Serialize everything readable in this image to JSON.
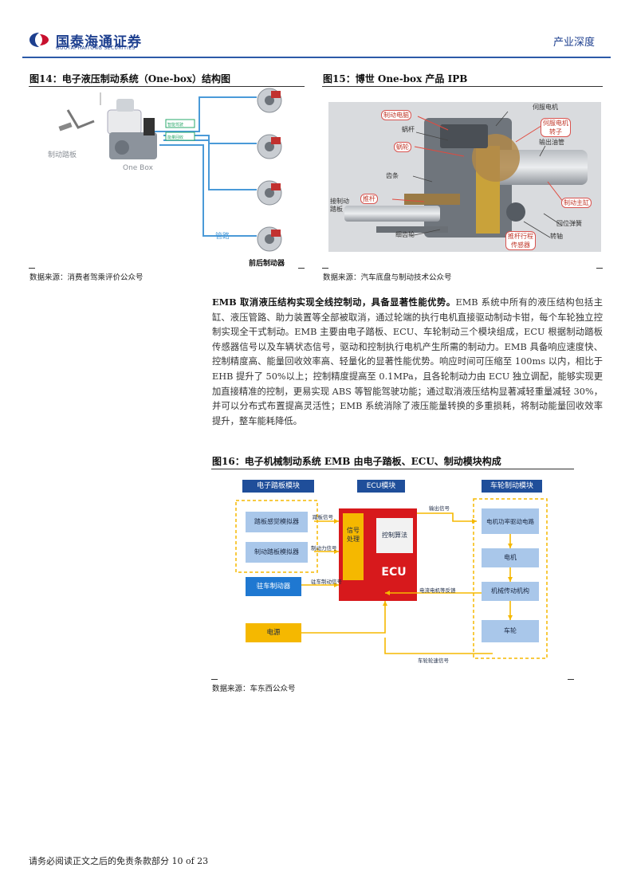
{
  "header": {
    "logo_cn": "国泰海通证券",
    "logo_en": "GUOTAI HAITONG SECURITIES",
    "section": "产业深度"
  },
  "fig14": {
    "title": "图14：电子液压制动系统（One-box）结构图",
    "labels": {
      "pedal": "制动踏板",
      "onebox": "One Box",
      "box1": "智能驾驶",
      "box2": "能量回收",
      "pipe": "管路",
      "brakes": "前后制动器"
    },
    "source": "数据来源：消费者驾乘评价公众号"
  },
  "fig15": {
    "title": "图15：博世 One-box 产品 IPB",
    "labels": {
      "motor_control": "制动电脑",
      "worm": "蜗杆",
      "worm_wheel": "蜗轮",
      "servo_motor": "伺服电机",
      "servo_rotor": "伺服电机\n转子",
      "oil_out": "输出油管",
      "rack": "齿条",
      "brake_master": "制动主缸",
      "pedal_link": "接制动\n踏板",
      "push_rod": "推杆",
      "return_spring": "回位弹簧",
      "gear": "细齿轮",
      "stroke_sensor": "推杆行程\n传感器",
      "shaft": "转轴"
    },
    "source": "数据来源：汽车底盘与制动技术公众号"
  },
  "paragraph": {
    "lead": "EMB 取消液压结构实现全线控制动，具备显著性能优势。",
    "body": "EMB 系统中所有的液压结构包括主缸、液压管路、助力装置等全部被取消，通过轮端的执行电机直接驱动制动卡钳，每个车轮独立控制实现全干式制动。EMB 主要由电子踏板、ECU、车轮制动三个模块组成，ECU 根据制动踏板传感器信号以及车辆状态信号，驱动和控制执行电机产生所需的制动力。EMB 具备响应速度快、控制精度高、能量回收效率高、轻量化的显著性能优势。响应时间可压缩至 100ms 以内，相比于 EHB 提升了 50%以上；控制精度提高至 0.1MPa，且各轮制动力由 ECU 独立调配，能够实现更加直接精准的控制，更易实现 ABS 等智能驾驶功能；通过取消液压结构显著减轻重量减轻 30%，并可以分布式布置提高灵活性；EMB 系统消除了液压能量转换的多重损耗，将制动能量回收效率提升，整车能耗降低。"
  },
  "fig16": {
    "title": "图16：电子机械制动系统 EMB 由电子踏板、ECU、制动模块构成",
    "headers": {
      "left": "电子踏板模块",
      "mid": "ECU模块",
      "right": "车轮制动模块"
    },
    "left_boxes": [
      "踏板感觉模拟器",
      "制动踏板模拟器"
    ],
    "parking": "驻车制动器",
    "power": "电源",
    "ecu_signal": "信号处理",
    "ecu_algo": "控制算法",
    "ecu_label": "ECU",
    "right_boxes": [
      "电机功率驱动电路",
      "电机",
      "机械传动机构",
      "车轮"
    ],
    "arrows": {
      "pedal_signal": "踏板信号",
      "brake_force": "制动力信号",
      "parking_signal": "驻车制动信号",
      "output": "输出信号",
      "feedback": "电流电机等反馈",
      "wheel_speed": "车轮轮速信号"
    },
    "source": "数据来源：车东西公众号"
  },
  "footer": {
    "text": "请务必阅读正文之后的免责条款部分 10 of 23"
  },
  "colors": {
    "brand_blue": "#1d3f8f",
    "ecu_red": "#d7191c",
    "module_blue": "#a9c7ea",
    "accent_yellow": "#f5b800"
  }
}
